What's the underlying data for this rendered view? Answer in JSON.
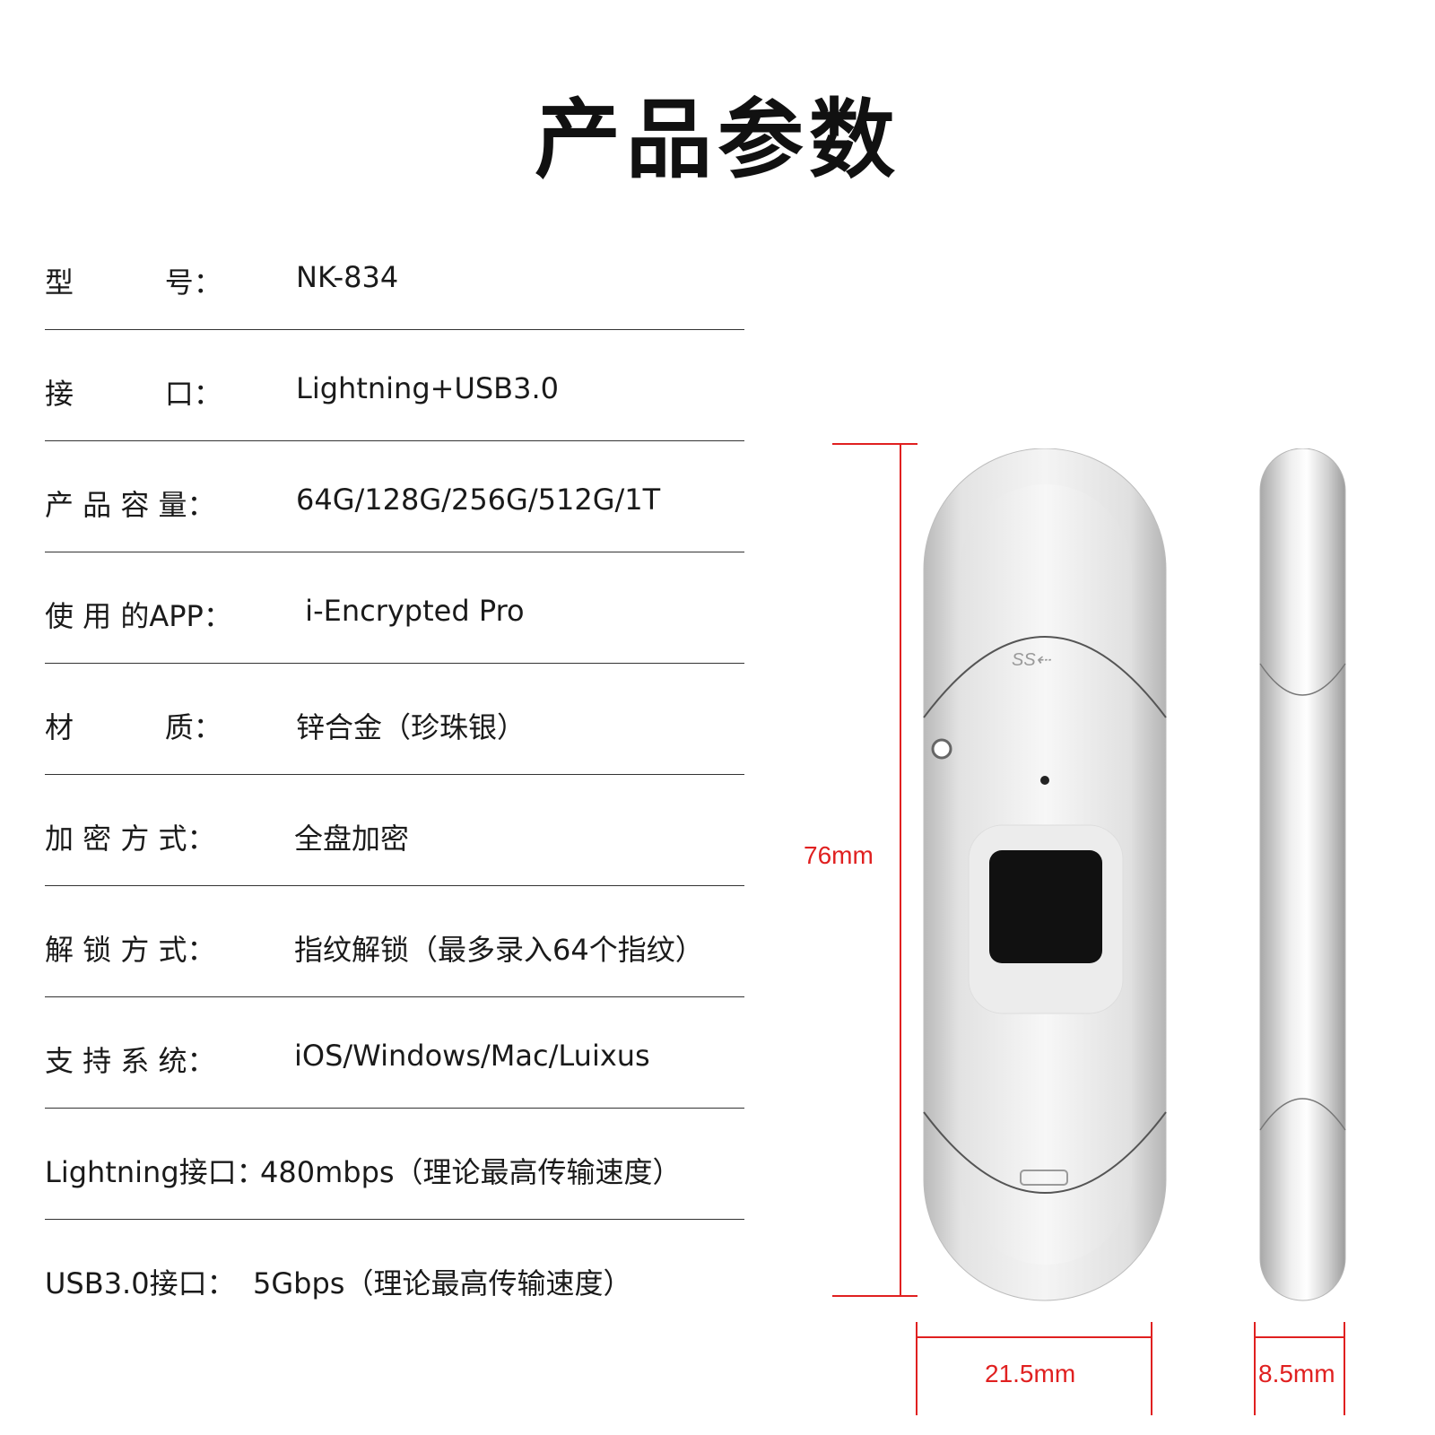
{
  "title": "产品参数",
  "specs": [
    {
      "label": "型          号：",
      "value": "NK-834"
    },
    {
      "label": "接          口：",
      "value": "Lightning+USB3.0"
    },
    {
      "label": "产 品 容 量：",
      "value": "64G/128G/256G/512G/1T"
    },
    {
      "label": "使 用 的APP：",
      "value": " i-Encrypted Pro"
    },
    {
      "label": "材          质：",
      "value": "锌合金（珍珠银）"
    },
    {
      "label": "加 密 方 式：",
      "value": "全盘加密"
    },
    {
      "label": "解 锁 方 式：",
      "value": "指纹解锁（最多录入64个指纹）"
    },
    {
      "label": "支 持 系 统：",
      "value": "iOS/Windows/Mac/Luixus"
    },
    {
      "label": "Lightning接口：",
      "value": "480mbps（理论最高传输速度）"
    },
    {
      "label": "USB3.0接口：",
      "value": "5Gbps（理论最高传输速度）"
    }
  ],
  "dimensions": {
    "height": "76mm",
    "width": "21.5mm",
    "thickness": "8.5mm"
  },
  "colors": {
    "dimension": "#e02020",
    "body": "#d9d9d9",
    "sensor": "#111111"
  }
}
